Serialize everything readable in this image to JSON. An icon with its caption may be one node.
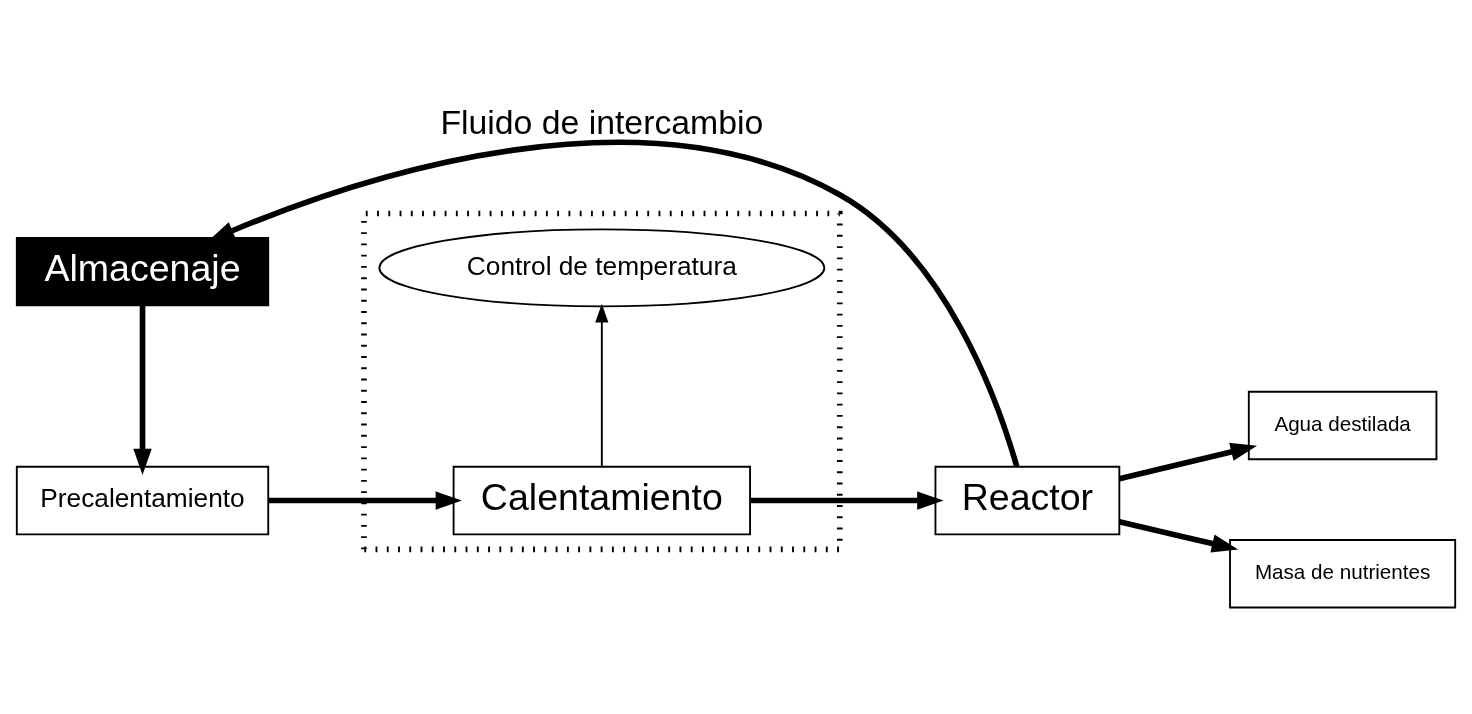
{
  "diagram": {
    "nodes": [
      {
        "text": [
          "Almacenaje"
        ]
      },
      {
        "text": [
          "Precalentamiento"
        ]
      },
      {
        "text": [],
        "shape": "box"
      },
      {
        "text": [
          "Calentamiento"
        ],
        "in": 2
      },
      {
        "text": [
          "Control de temperatura"
        ],
        "in": 2
      },
      {
        "text": [
          "Reactor"
        ]
      },
      {
        "text": [
          "Agua destilada"
        ]
      },
      {
        "text": [
          "Masa de nutrientes"
        ]
      }
    ],
    "edges": [
      {
        "from": 0,
        "to": 1,
        "arrow": "to"
      },
      {
        "from": 1,
        "to": 3,
        "arrow": "to"
      },
      {
        "from": 3,
        "to": 4,
        "arrow": "to"
      },
      {
        "from": 3,
        "to": 5,
        "arrow": "to"
      },
      {
        "from": 5,
        "to": 0,
        "arrow": "to",
        "label": "Fluido de intercambio"
      },
      {
        "from": 5,
        "to": 6,
        "arrow": "to"
      },
      {
        "from": 5,
        "to": 7,
        "arrow": "to"
      }
    ]
  }
}
